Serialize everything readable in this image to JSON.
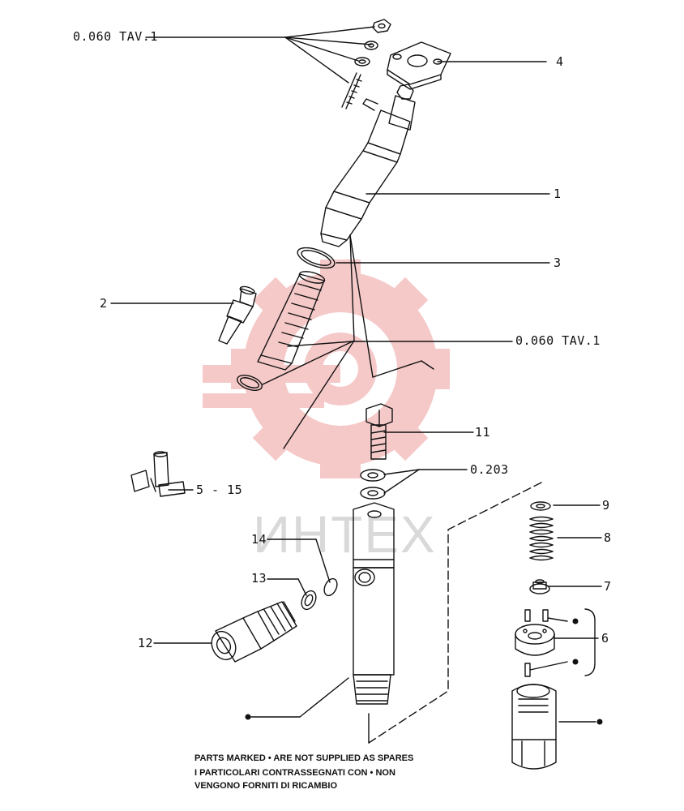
{
  "callouts": {
    "ref_top": "0.060  TAV.1",
    "ref_mid": "0.060  TAV.1",
    "item_1": "1",
    "item_2": "2",
    "item_3": "3",
    "item_4": "4",
    "item_5_15": "5 - 15",
    "item_6": "6",
    "item_7": "7",
    "item_8": "8",
    "item_9": "9",
    "item_11": "11",
    "item_12": "12",
    "item_13": "13",
    "item_14": "14",
    "ref_0203": "0.203"
  },
  "note": {
    "line1": "PARTS MARKED • ARE NOT SUPPLIED AS SPARES",
    "line2": "I PARTICOLARI  CONTRASSEGNATI CON  •  NON",
    "line3": "VENGONO FORNITI DI RICAMBIO"
  },
  "watermark": {
    "text": "ИНТЕХ",
    "color": "#f4b8b8"
  },
  "colors": {
    "ink": "#111111",
    "watermark_gear": "#f4b8b8",
    "watermark_text": "#d9d9d9"
  }
}
